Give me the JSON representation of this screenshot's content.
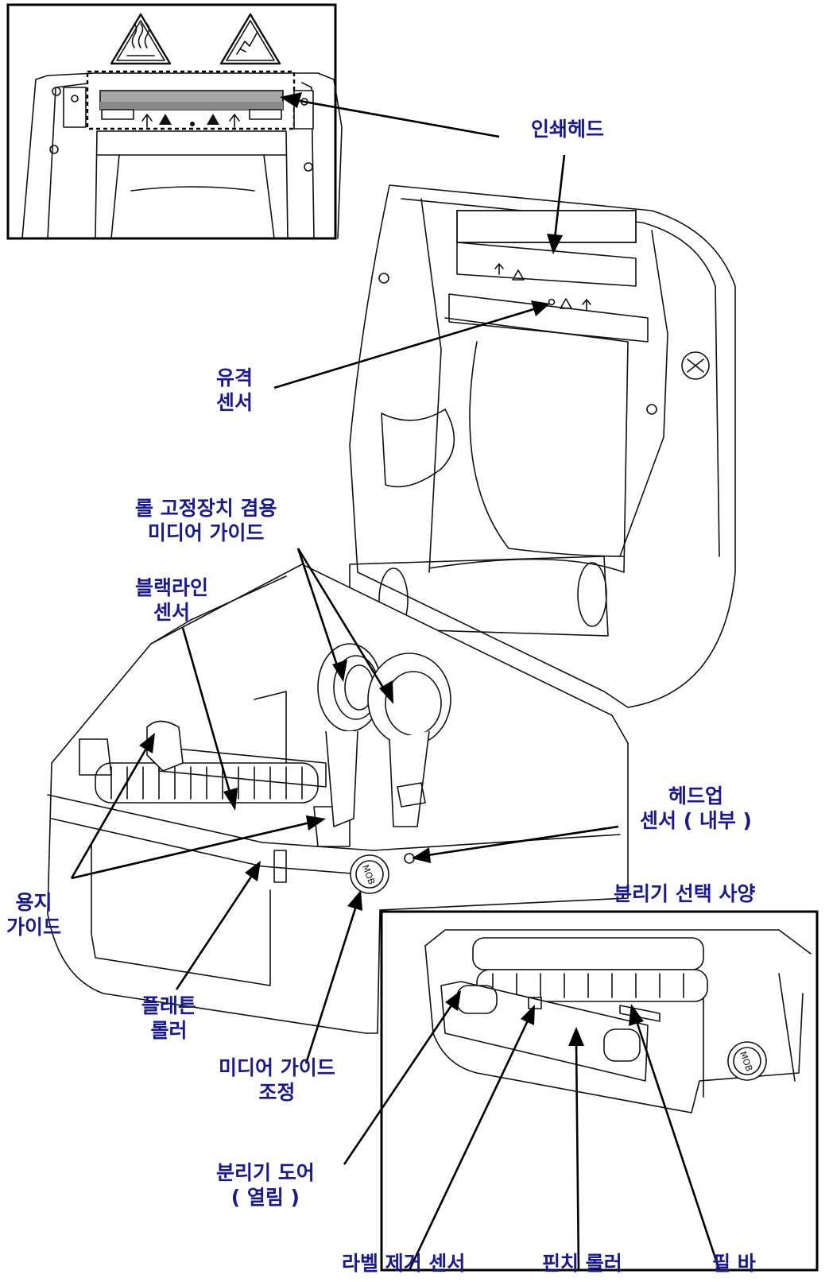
{
  "labels": {
    "printhead": "인쇄헤드",
    "gap_sensor": [
      "유격",
      "센서"
    ],
    "roll_holder": [
      "롤 고정장치 겸용",
      "미디어 가이드"
    ],
    "blackline_sensor": [
      "블랙라인",
      "센서"
    ],
    "head_up_sensor": [
      "헤드업",
      "센서 ( 내부 )"
    ],
    "paper_guide": [
      "용지",
      "가이드"
    ],
    "dispenser_option": "분리기 선택 사양",
    "platen_roller": [
      "플래튼",
      "롤러"
    ],
    "media_guide_adjust": [
      "미디어 가이드",
      "조정"
    ],
    "dispenser_door": [
      "분리기 도어",
      "( 열림 )"
    ],
    "label_taken_sensor": "라벨 제거 센서",
    "pinch_roller": "핀치 롤러",
    "peel_bar": "필 바"
  },
  "knob_text": "MOB",
  "colors": {
    "label": "#1a1a8c",
    "line": "#111111",
    "background": "#ffffff"
  }
}
